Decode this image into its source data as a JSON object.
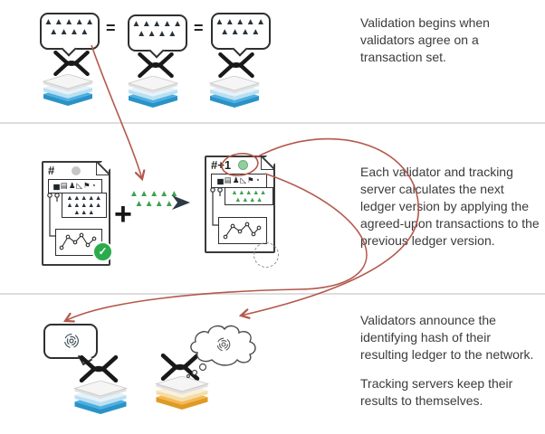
{
  "colors": {
    "flow_arrow_red": "#b4584c",
    "triangle_dark": "#28323a",
    "triangle_green": "#3da24f",
    "stack_blue": "#49b0e3",
    "stack_yellow": "#f6b84f",
    "check_green": "#2bab4c",
    "divider_gray": "#dddddd",
    "caption_text": "#3b3b3b"
  },
  "captions": {
    "consensus": "Validation begins when validators agree on a transaction set.",
    "calculation": "Each validator and tracking server calculates the next ledger version by applying the agreed-upon transactions to the previous ledger version.",
    "announce_validators": "Validators announce the identifying hash of their resulting ledger to the network.",
    "announce_tracking": "Tracking servers keep their results to themselves."
  },
  "symbols": {
    "equals": "=",
    "plus": "+",
    "check": "✓",
    "hash_prev": "#",
    "hash_next": "#+1",
    "meta_icons": "▅▤♟◺⚑◔"
  },
  "transaction_sets": {
    "agreed": [
      "▲▲▲▲▲",
      "▲▲▲▲"
    ],
    "prev_ledger": [
      "▲▲▲▲▲",
      "▲▲▲▲▲",
      "▲▲▲"
    ],
    "new_transactions": [
      "▲▲▲▲▲",
      "▲▲▲▲"
    ],
    "next_ledger": [
      "▲▲▲▲▲",
      "▲▲▲▲"
    ]
  }
}
